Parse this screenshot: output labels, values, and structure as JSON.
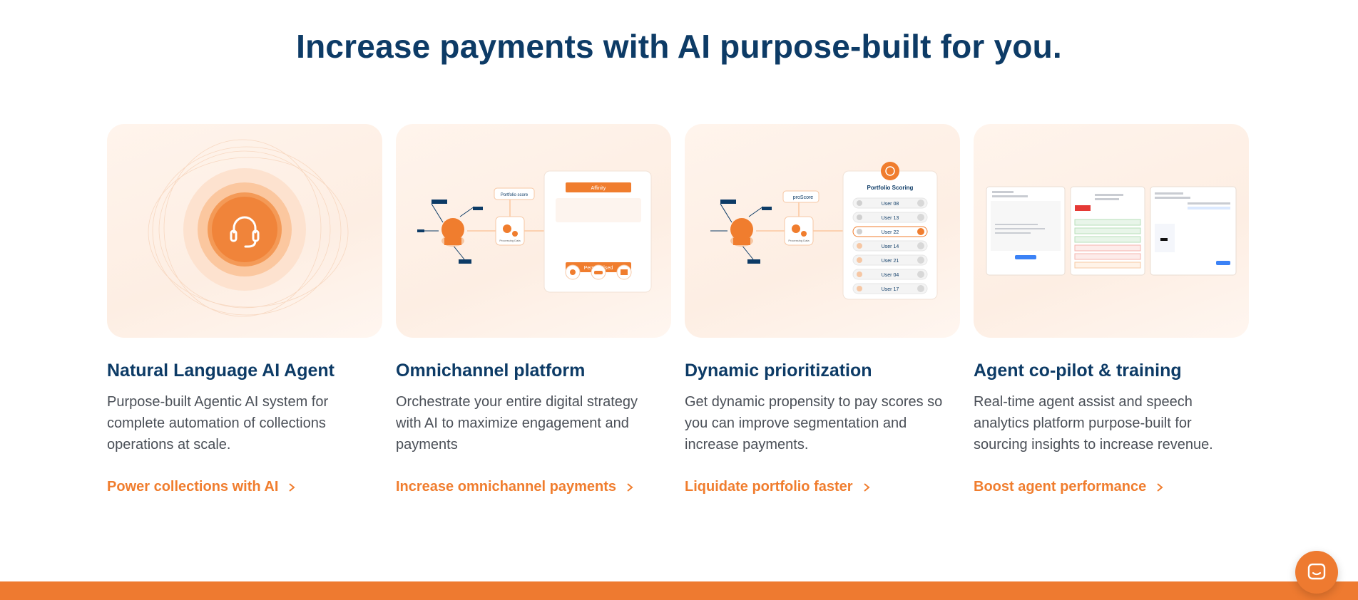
{
  "headline": "Increase payments with AI purpose-built for you.",
  "colors": {
    "brand_navy": "#0d3b66",
    "brand_orange": "#f07d2e",
    "band_orange": "#ee7a30"
  },
  "cards": [
    {
      "title": "Natural Language AI Agent",
      "description": "Purpose-built Agentic AI system for complete automation of collections operations at scale.",
      "link": "Power collections with AI",
      "icon": "headset-icon"
    },
    {
      "title": "Omnichannel platform",
      "description": "Orchestrate your entire digital strategy with AI to maximize engagement and payments",
      "link": "Increase omnichannel payments",
      "art": {
        "node_label": "Portfolio score",
        "sub_label": "Processing Data",
        "panel_top": "Affinity",
        "panel_bottom": "Personalised"
      }
    },
    {
      "title": "Dynamic prioritization",
      "description": "Get dynamic propensity to pay scores so you can improve segmentation and increase payments.",
      "link": "Liquidate portfolio faster",
      "art": {
        "node_label": "proScore",
        "sub_label": "Processing Data",
        "panel_title": "Portfolio Scoring",
        "users": [
          "User 08",
          "User 13",
          "User 22",
          "User 14",
          "User 21",
          "User 04",
          "User 17"
        ]
      }
    },
    {
      "title": "Agent co-pilot & training",
      "description": "Real-time agent assist and speech analytics platform purpose-built for sourcing insights to increase revenue.",
      "link": "Boost agent performance"
    }
  ],
  "chat": {
    "icon": "chat-icon"
  }
}
